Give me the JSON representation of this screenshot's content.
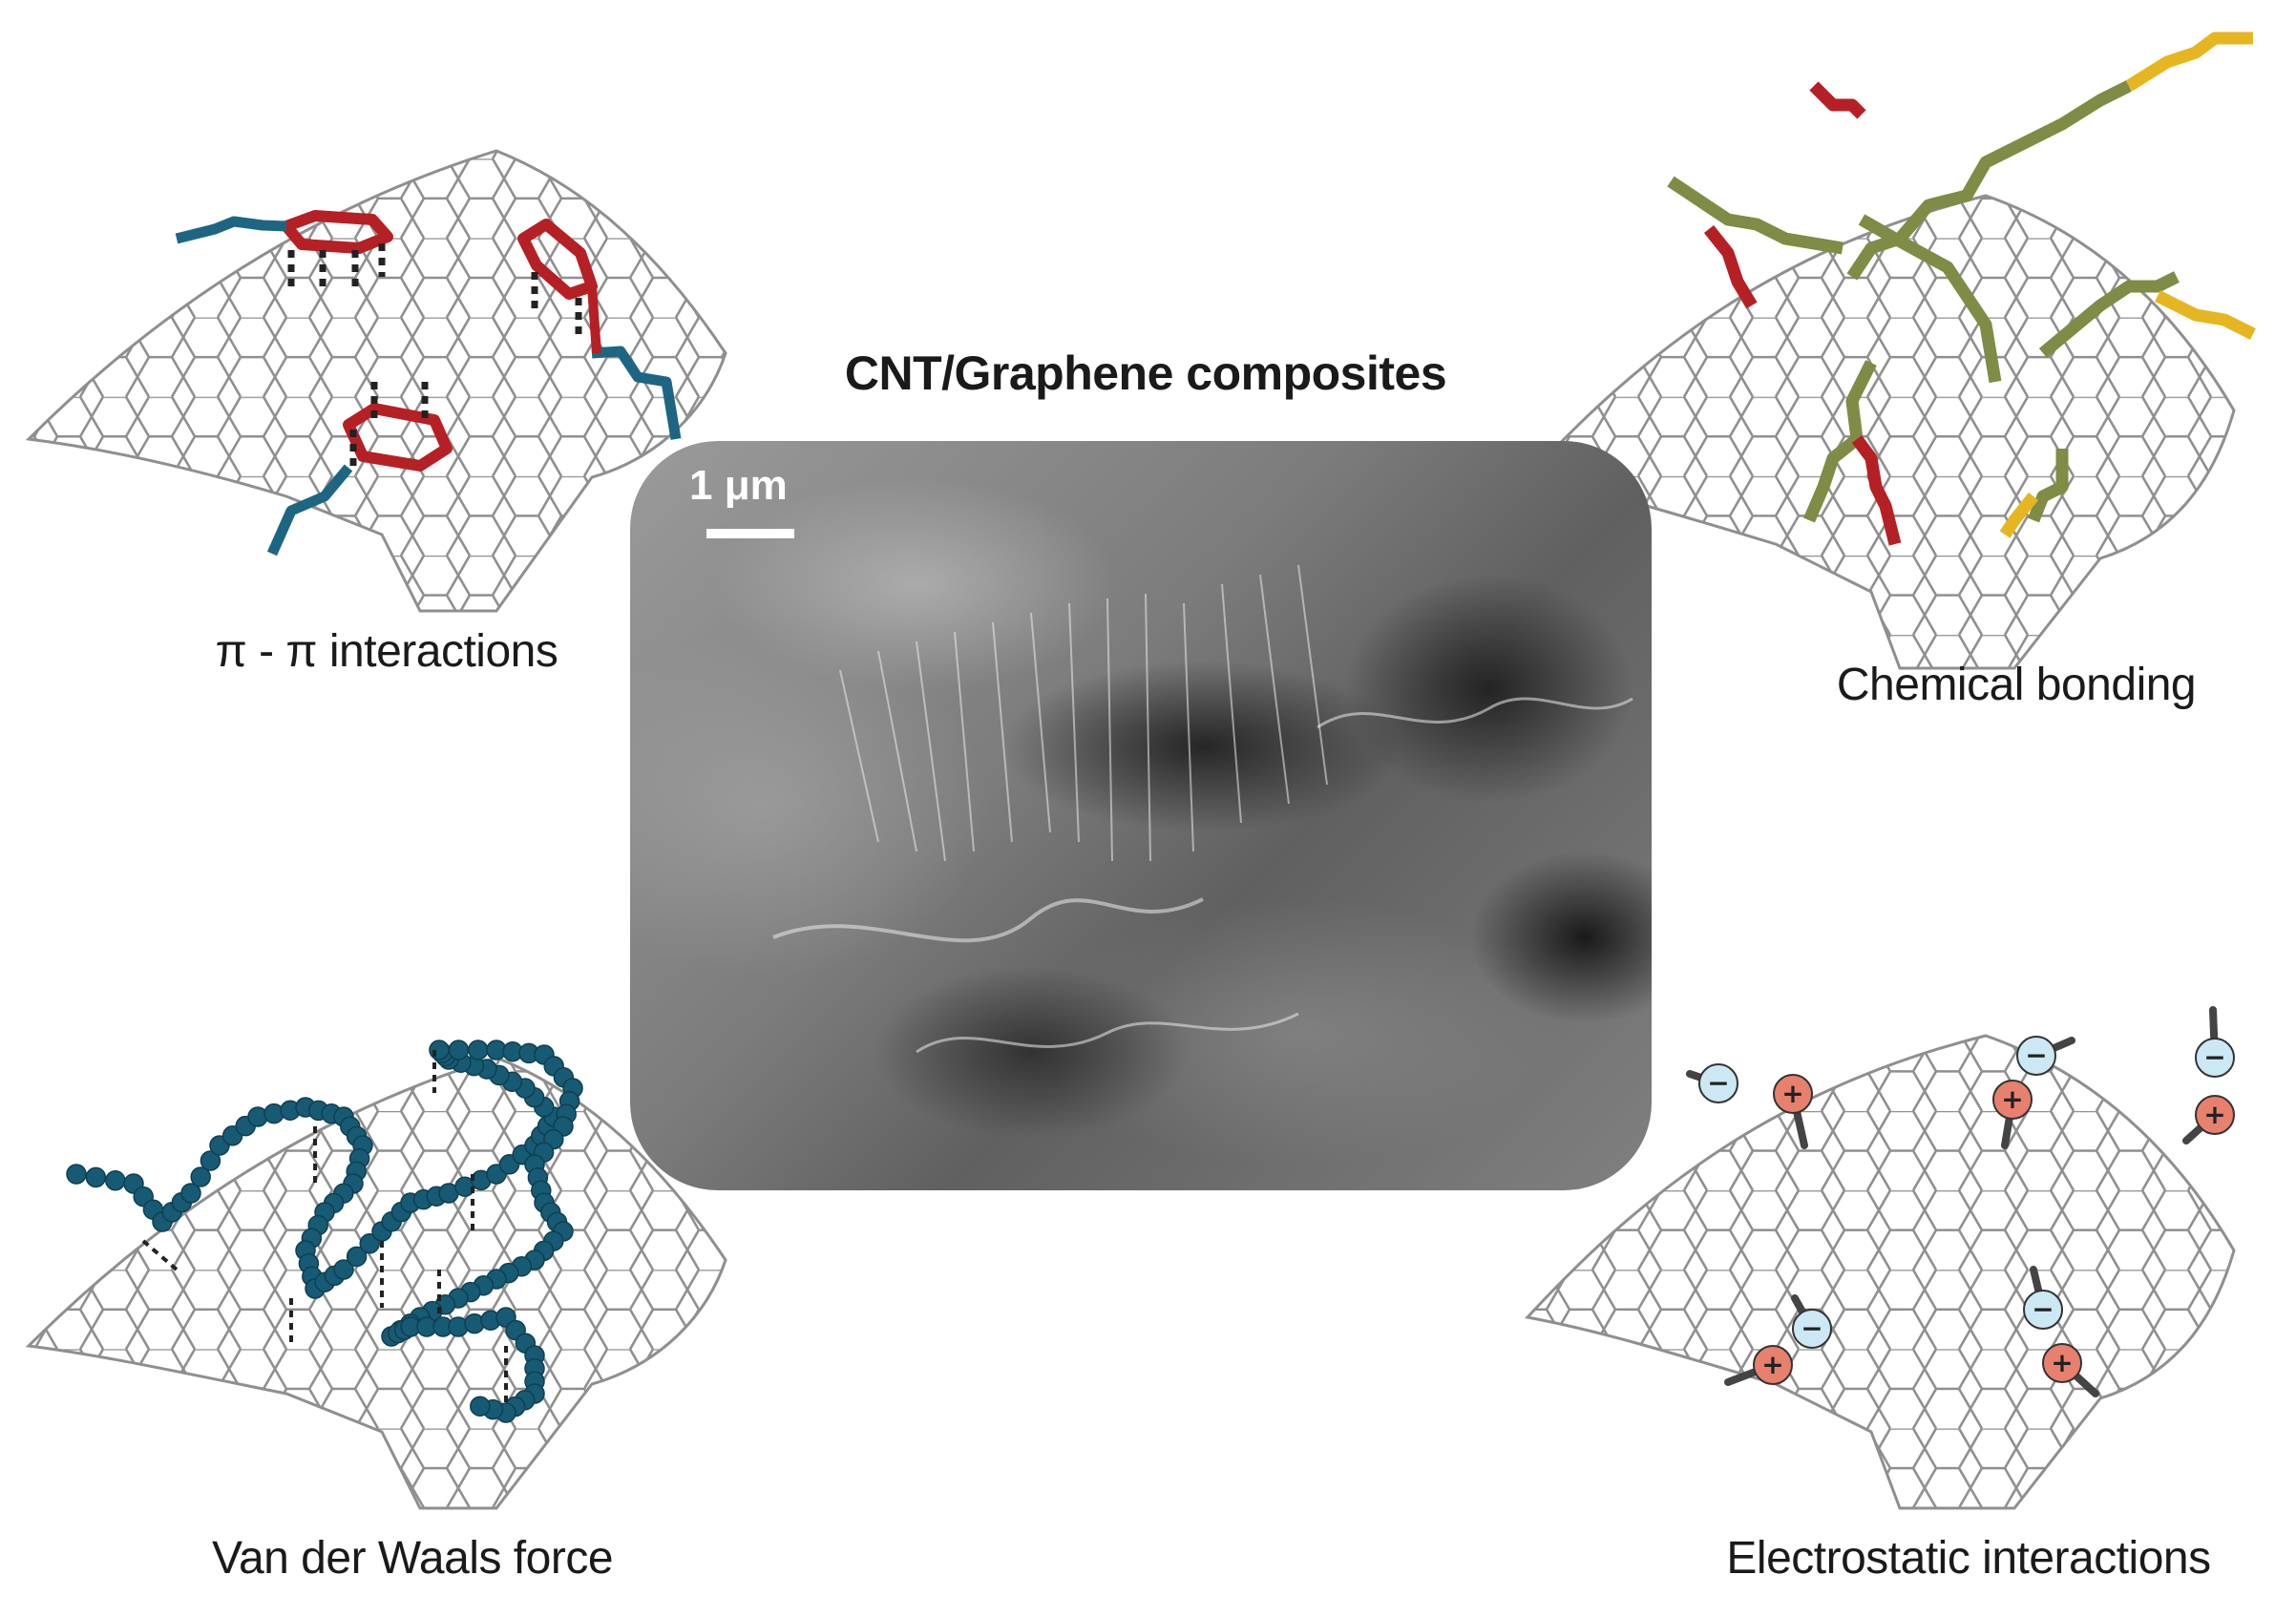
{
  "title": "CNT/Graphene composites",
  "center_image": {
    "scale_label": "1 μm"
  },
  "panels": [
    {
      "label": "π - π interactions"
    },
    {
      "label": "Chemical bonding"
    },
    {
      "label": "Van der Waals force"
    },
    {
      "label": "Electrostatic interactions"
    }
  ],
  "colors": {
    "lattice": "#9a9a9a",
    "pi_ring": "#b52025",
    "pi_chain": "#1d6683",
    "chem_olive": "#7e8c45",
    "chem_red": "#b52025",
    "chem_yellow": "#e6b622",
    "vdw_bead": "#175a74",
    "negative_charge": "#cde8f5",
    "positive_charge": "#e8806e"
  },
  "charge_symbols": {
    "negative": "−",
    "positive": "+"
  }
}
